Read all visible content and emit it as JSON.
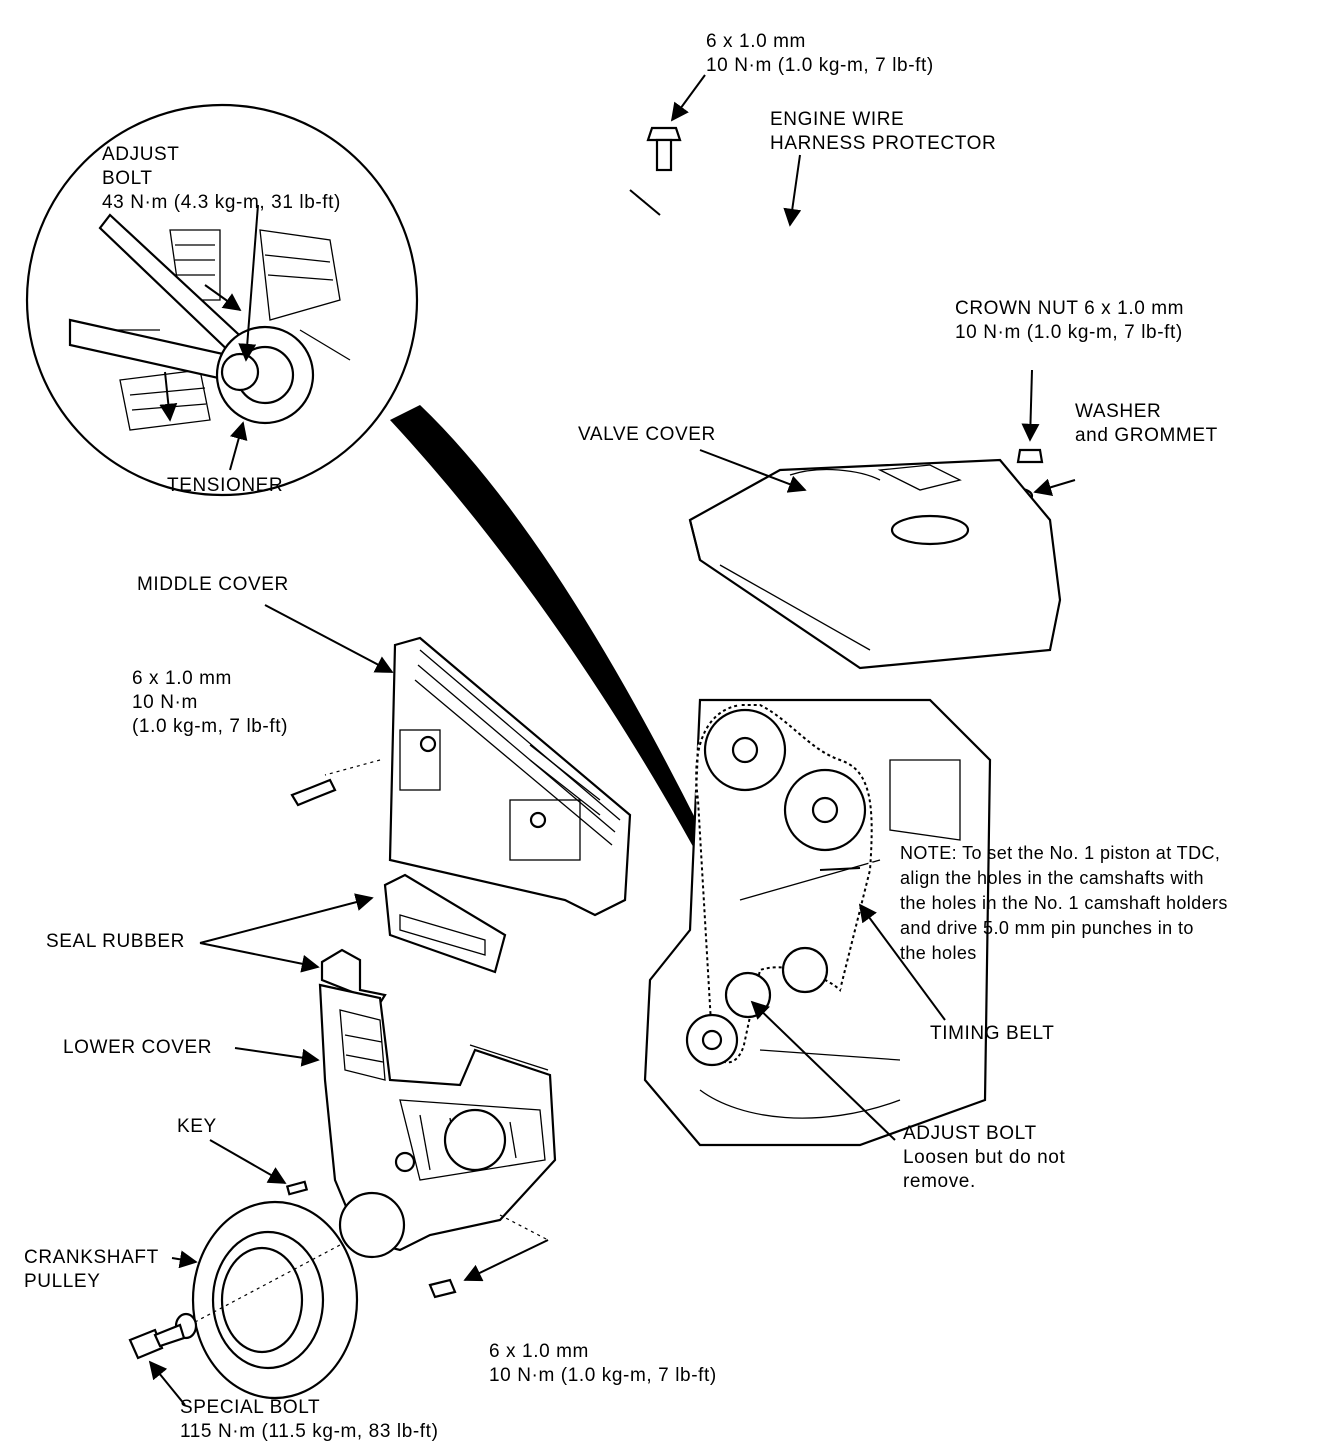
{
  "labels": {
    "top_bolt": {
      "line1": "6 x 1.0 mm",
      "line2": "10 N·m (1.0 kg-m, 7 lb-ft)"
    },
    "wire_harness": {
      "line1": "ENGINE WIRE",
      "line2": "HARNESS PROTECTOR"
    },
    "inset_adjust_bolt": {
      "line1": "ADJUST",
      "line2": "BOLT",
      "line3": "43 N·m (4.3 kg-m, 31 lb-ft)"
    },
    "tensioner": "TENSIONER",
    "crown_nut": {
      "line1": "CROWN NUT 6 x 1.0 mm",
      "line2": "10 N·m (1.0 kg-m, 7 lb-ft)"
    },
    "washer": {
      "line1": "WASHER",
      "line2": "and GROMMET"
    },
    "valve_cover": "VALVE COVER",
    "middle_cover": "MIDDLE COVER",
    "middle_bolt": {
      "line1": "6 x 1.0 mm",
      "line2": "10 N·m",
      "line3": "(1.0 kg-m, 7 lb-ft)"
    },
    "note": {
      "line1": "NOTE: To set the No. 1 piston at TDC,",
      "line2": "align the holes in the camshafts with",
      "line3": "the holes in the No. 1 camshaft holders",
      "line4": "and drive 5.0 mm pin punches in to",
      "line5": "the holes"
    },
    "seal_rubber": "SEAL RUBBER",
    "timing_belt": "TIMING BELT",
    "lower_cover": "LOWER COVER",
    "adjust_bolt": {
      "line1": "ADJUST BOLT",
      "line2": "Loosen but do not",
      "line3": "remove."
    },
    "key": "KEY",
    "crankshaft_pulley": {
      "line1": "CRANKSHAFT",
      "line2": "PULLEY"
    },
    "lower_bolt": {
      "line1": "6 x 1.0 mm",
      "line2": "10 N·m (1.0 kg-m, 7 lb-ft)"
    },
    "special_bolt": {
      "line1": "SPECIAL BOLT",
      "line2": "115 N·m (11.5 kg-m, 83 lb-ft)"
    }
  }
}
